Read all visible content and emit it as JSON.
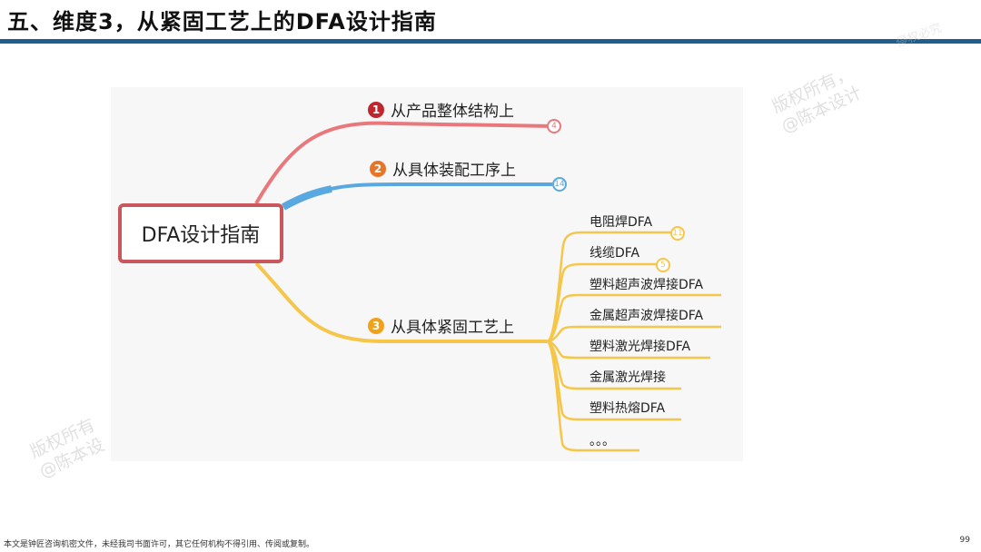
{
  "header": {
    "title": "五、维度3，从紧固工艺上的DFA设计指南"
  },
  "mindmap": {
    "root": "DFA设计指南",
    "branches": [
      {
        "num": "1",
        "label": "从产品整体结构上",
        "count": "4",
        "color": "#e8787c",
        "badge_color": "#c0262d"
      },
      {
        "num": "2",
        "label": "从具体装配工序上",
        "count": "14",
        "color": "#5aa8e0",
        "badge_color": "#e8742a"
      },
      {
        "num": "3",
        "label": "从具体紧固工艺上",
        "count": "",
        "color": "#f5c64a",
        "badge_color": "#f0a21a"
      }
    ],
    "leaves": [
      {
        "label": "电阻焊DFA",
        "count": "11"
      },
      {
        "label": "线缆DFA",
        "count": "5"
      },
      {
        "label": "塑料超声波焊接DFA",
        "count": ""
      },
      {
        "label": "金属超声波焊接DFA",
        "count": ""
      },
      {
        "label": "塑料激光焊接DFA",
        "count": ""
      },
      {
        "label": "金属激光焊接",
        "count": ""
      },
      {
        "label": "塑料热熔DFA",
        "count": ""
      },
      {
        "label": "。。。",
        "count": ""
      }
    ]
  },
  "watermarks": [
    {
      "line1": "版权所有，",
      "line2": "@陈本设计"
    },
    {
      "line1": "版权所有",
      "line2": "@陈本设"
    },
    {
      "line1": "侵权必究",
      "line2": ""
    }
  ],
  "footer": {
    "note": "本文是钟匠咨询机密文件，未经我司书面许可，其它任何机构不得引用、传阅或复制。",
    "page_number": "99"
  }
}
